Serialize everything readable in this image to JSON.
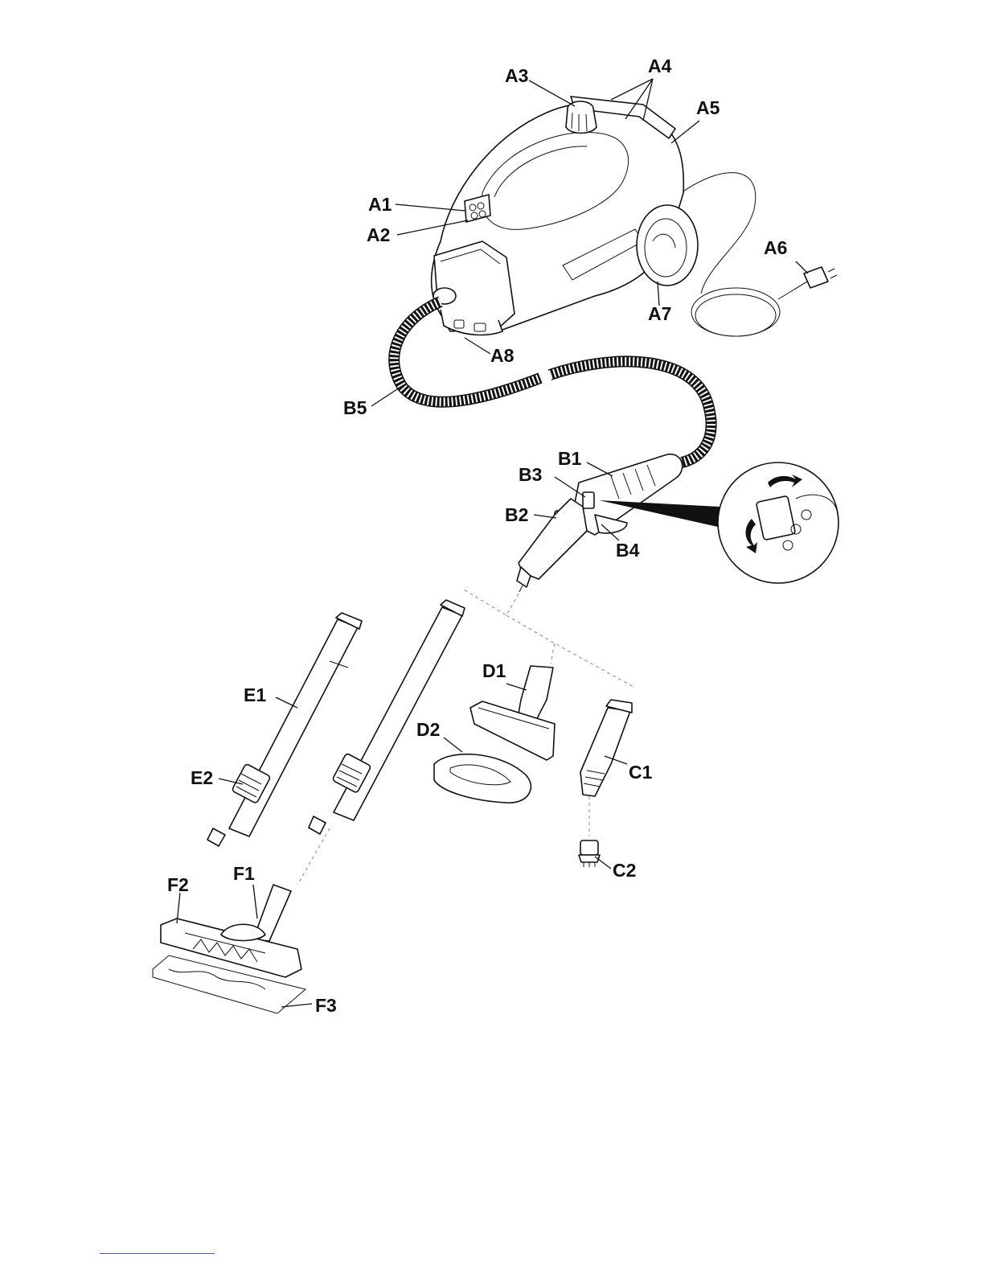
{
  "labels": {
    "A1": "A1",
    "A2": "A2",
    "A3": "A3",
    "A4": "A4",
    "A5": "A5",
    "A6": "A6",
    "A7": "A7",
    "A8": "A8",
    "B1": "B1",
    "B2": "B2",
    "B3": "B3",
    "B4": "B4",
    "B5": "B5",
    "C1": "C1",
    "C2": "C2",
    "D1": "D1",
    "D2": "D2",
    "E1": "E1",
    "E2": "E2",
    "F1": "F1",
    "F2": "F2",
    "F3": "F3"
  },
  "colors": {
    "line": "#111111",
    "footer_rule": "#3b5bd6"
  }
}
